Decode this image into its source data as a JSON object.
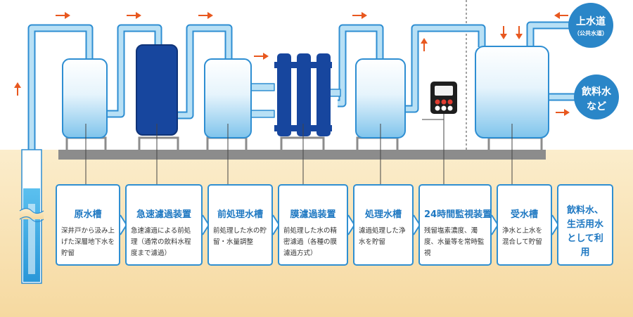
{
  "colors": {
    "pipe": "#b8e0f5",
    "pipe_border": "#2e8ed2",
    "ground": "#f6dda6",
    "ground_light": "#fbedcc",
    "platform": "#8c8c8c",
    "accent": "#e8581f",
    "navy": "#17469e",
    "card_border": "#2f8fd1",
    "title": "#1e78c2"
  },
  "stages": [
    {
      "title": "原水槽",
      "desc": "深井戸から汲み上げた深層地下水を貯留"
    },
    {
      "title": "急速濾過装置",
      "desc": "急速濾過による前処理（通常の飲料水程度まで濾過）"
    },
    {
      "title": "前処理水槽",
      "desc": "前処理した水の貯留・水量調整"
    },
    {
      "title": "膜濾過装置",
      "desc": "前処理した水の精密濾過（各種の膜濾過方式）"
    },
    {
      "title": "処理水槽",
      "desc": "濾過処理した浄水を貯留"
    },
    {
      "title": "24時間監視装置",
      "desc": "残留塩素濃度、濁度、水量等を常時監視"
    },
    {
      "title": "受水槽",
      "desc": "浄水と上水を混合して貯留"
    }
  ],
  "final_stage": {
    "title": "飲料水、生活用水として利用"
  },
  "city_water": {
    "label": "上水道",
    "sub": "（公共水道）"
  },
  "output": {
    "label_line1": "飲料水",
    "label_line2": "など"
  },
  "icons": [
    "arrow-right-icon",
    "arrow-up-icon",
    "arrow-down-icon",
    "arrow-left-icon",
    "monitor-device-icon"
  ]
}
